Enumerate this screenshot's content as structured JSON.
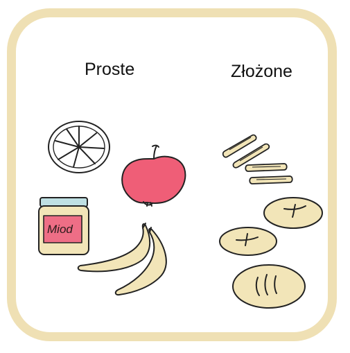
{
  "headings": {
    "simple": "Proste",
    "complex": "Złożone"
  },
  "simple_items": {
    "honey_label": "Miod"
  },
  "colors": {
    "frame": "#efe0b4",
    "food_fill": "#f2e5b8",
    "apple": "#ef5e77",
    "jar_label": "#ee6e86",
    "jar_lid": "#bfe0e3",
    "outline": "#222222"
  }
}
